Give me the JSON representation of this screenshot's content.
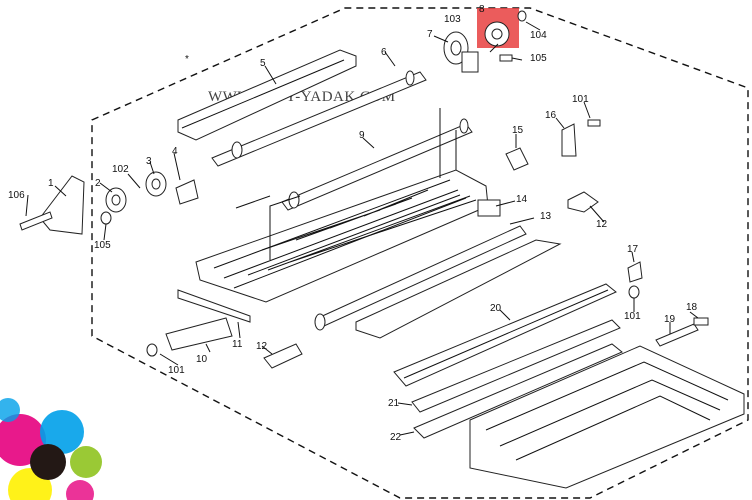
{
  "diagram": {
    "watermark": "WWW.COPY-YADAK.COM",
    "asterisk": "*",
    "callouts": [
      "1",
      "2",
      "3",
      "4",
      "5",
      "6",
      "7",
      "8",
      "9",
      "10",
      "11",
      "12",
      "12",
      "13",
      "14",
      "15",
      "16",
      "17",
      "18",
      "19",
      "20",
      "21",
      "22",
      "101",
      "101",
      "101",
      "102",
      "103",
      "104",
      "105",
      "105",
      "106"
    ],
    "highlight_color": "#e8403f",
    "logo_colors": [
      "#e6007e",
      "#00a0e9",
      "#fff100",
      "#231815",
      "#8fc31f"
    ]
  }
}
